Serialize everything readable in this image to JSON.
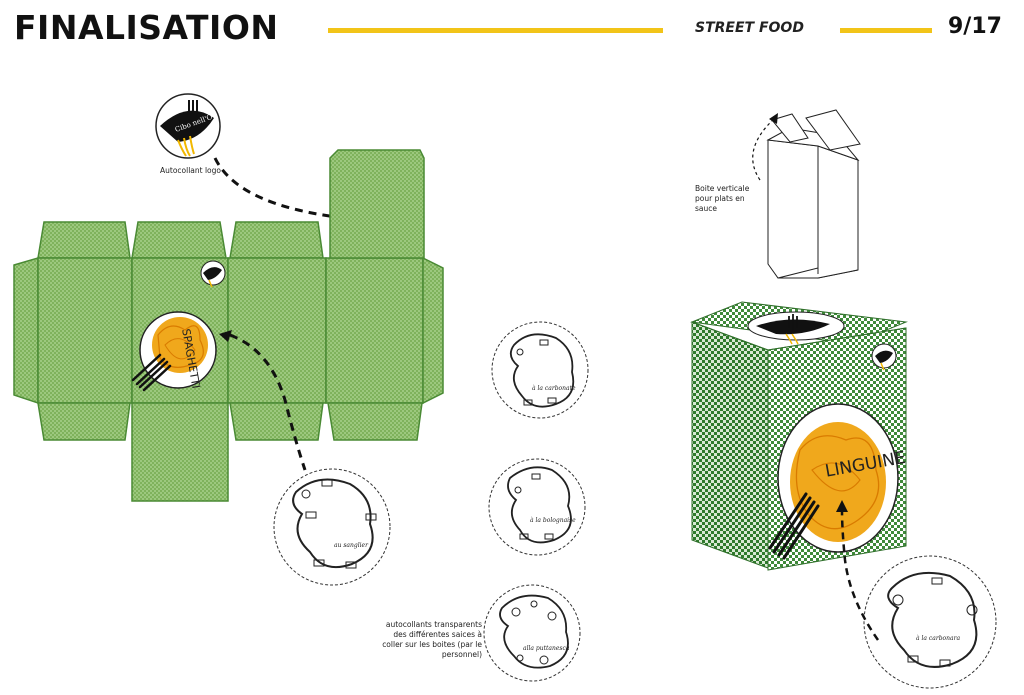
{
  "header": {
    "title": "FINALISATION",
    "section": "STREET FOOD",
    "page": "9/17",
    "accent_color": "#f2c418"
  },
  "captions": {
    "logo_sticker": "Autocollant logo",
    "vertical_box": "Boite verticale pour plats en sauce",
    "transparent_stickers": "autocollants transparents des différentes saices à coller sur les boites (par le personnel)"
  },
  "logo": {
    "brand": "Cibo nell'O",
    "icon": "fork-pasta-logo-icon"
  },
  "box_net": {
    "label": "SPAGHETTI",
    "color": "#6fa64a",
    "pattern_color": "#8cbd68"
  },
  "cube": {
    "label": "LINGUINE",
    "color": "#3f8a3a"
  },
  "sauce_stickers": [
    {
      "flavor": "à la carbonate"
    },
    {
      "flavor": "à la bolognaise"
    },
    {
      "flavor": "alla puttanesca"
    },
    {
      "flavor": "au sanglier"
    },
    {
      "flavor": "à la carbonara"
    }
  ]
}
